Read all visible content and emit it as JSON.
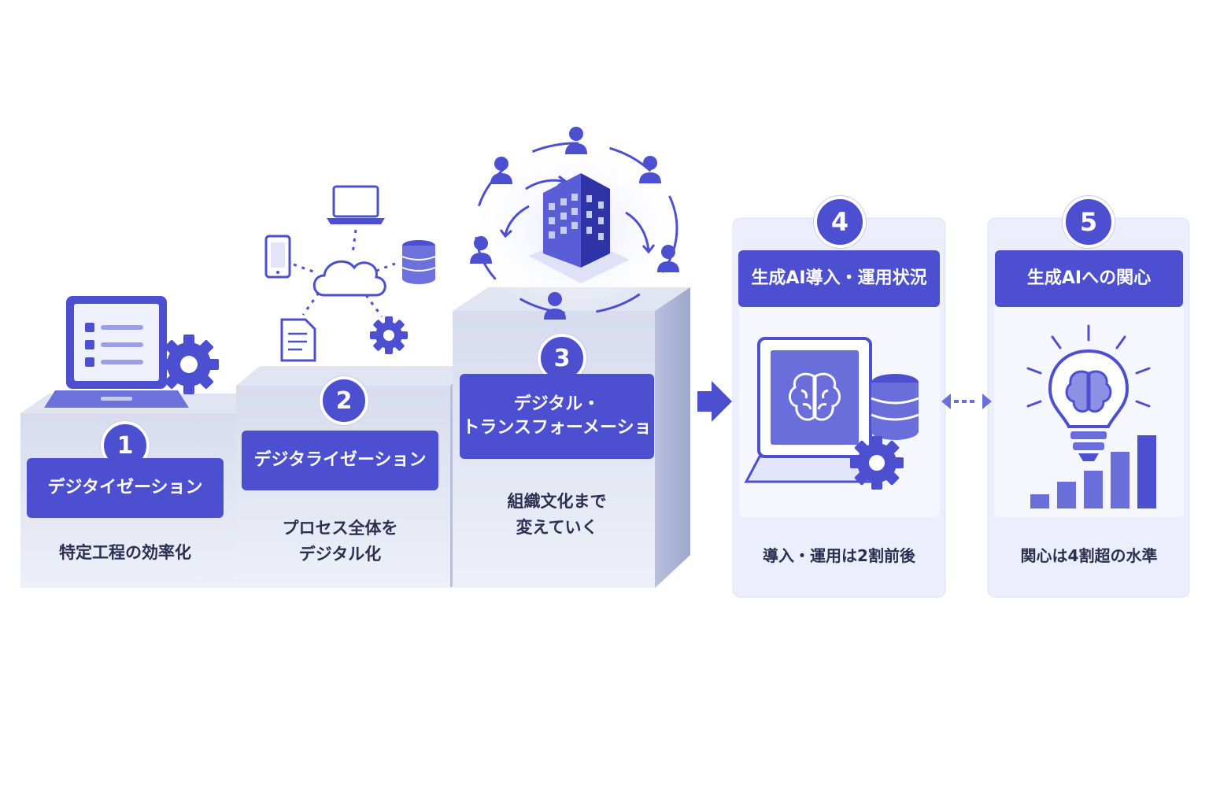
{
  "steps": [
    {
      "number": "1",
      "title": "デジタイゼーション",
      "description": "特定工程の効率化"
    },
    {
      "number": "2",
      "title": "デジタライゼーション",
      "description_line1": "プロセス全体を",
      "description_line2": "デジタル化"
    },
    {
      "number": "3",
      "title_line1": "デジタル・",
      "title_line2": "トランスフォーメーショ",
      "description_line1": "組織文化まで",
      "description_line2": "変えていく"
    }
  ],
  "panels": [
    {
      "number": "4",
      "title": "生成AI導入・運用状況",
      "description": "導入・運用は2割前後"
    },
    {
      "number": "5",
      "title": "生成AIへの関心",
      "description": "関心は4割超の水準"
    }
  ],
  "icons": {
    "step1": [
      "laptop-checklist-icon",
      "gear-icon"
    ],
    "step2": [
      "laptop-icon",
      "smartphone-icon",
      "cloud-icon",
      "database-icon",
      "document-icon",
      "gear-icon"
    ],
    "step3": [
      "building-icon",
      "person-icon",
      "cycle-arrows-icon"
    ],
    "panel4": [
      "monitor-brain-icon",
      "database-icon",
      "gear-icon"
    ],
    "panel5": [
      "lightbulb-brain-icon",
      "bar-chart-icon"
    ],
    "connectors": [
      "arrow-right-icon",
      "double-arrow-icon"
    ]
  },
  "colors": {
    "accent": "#4b4fd0",
    "panel_bg": "#eceefb",
    "block_side": "#aab3d3",
    "block_top": "#dfe3f0",
    "text": "#2d2f52"
  }
}
